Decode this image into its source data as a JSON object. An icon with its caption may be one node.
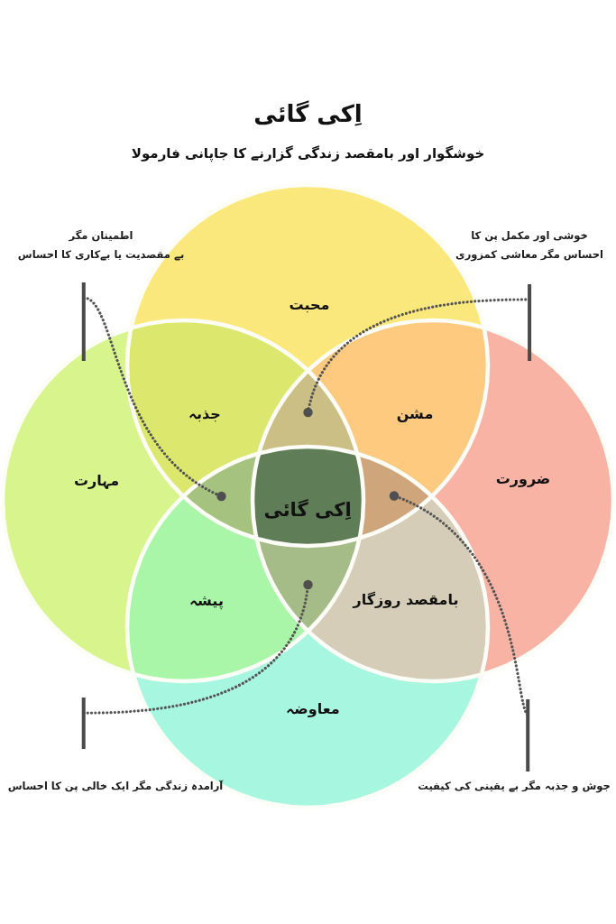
{
  "diagram": {
    "title": "اِکی گائی",
    "nodes": [
      {
        "text": [
          "محبت"
        ]
      },
      {
        "text": [
          "مہارت"
        ]
      },
      {
        "text": [
          "ضرورت"
        ]
      },
      {
        "text": [
          "معاوضہ"
        ]
      },
      {
        "text": [
          "جذبہ"
        ]
      },
      {
        "text": [
          "مشن"
        ]
      },
      {
        "text": [
          "اِکی گائی"
        ]
      },
      {
        "text": [
          "پیشہ"
        ]
      },
      {
        "text": [
          "بامقصد روزگار"
        ]
      },
      {
        "text": [],
        "shape": "lens"
      },
      {
        "text": [],
        "shape": "lens"
      },
      {
        "text": [],
        "shape": "lens"
      },
      {
        "text": [],
        "shape": "lens"
      },
      {
        "text": [
          "اطمینان مگر بے مقصدیت یا بےکاری کا احساس"
        ]
      },
      {
        "text": [
          "خوشی اور مکمل پن کا احساس مگر معاشی کمزوری"
        ]
      },
      {
        "text": [
          "آرامدہ زندگی مگر ایک خالی پن کا احساس"
        ]
      },
      {
        "text": [
          "جوش و جذبہ مگر بے یقینی کی کیفیت"
        ]
      }
    ],
    "edges": [
      {
        "from": 13,
        "to": 10,
        "arrow": "other",
        "style": "dashed"
      },
      {
        "from": 14,
        "to": 9,
        "arrow": "other",
        "style": "dashed"
      },
      {
        "from": 15,
        "to": 12,
        "arrow": "other",
        "style": "dashed"
      },
      {
        "from": 16,
        "to": 11,
        "arrow": "other",
        "style": "dashed"
      }
    ],
    "labels": [
      "خوشگوار اور بامقصد زندگی گزارنے کا جاپانی فارمولا"
    ]
  }
}
